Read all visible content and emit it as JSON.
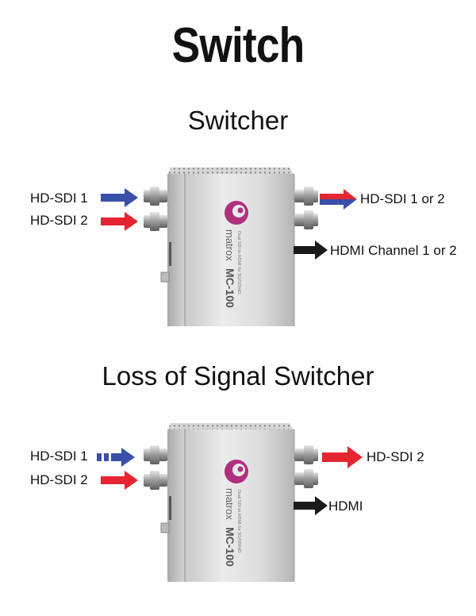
{
  "title": "Switch",
  "sections": [
    {
      "title": "Switcher",
      "inputs": [
        "HD-SDI 1",
        "HD-SDI 2"
      ],
      "outputs": [
        "HD-SDI 1 or 2",
        "HDMI Channel 1 or 2"
      ]
    },
    {
      "title": "Loss of Signal Switcher",
      "inputs": [
        "HD-SDI 1",
        "HD-SDI 2"
      ],
      "outputs": [
        "HD-SDI 2",
        "HDMI"
      ]
    }
  ],
  "device": {
    "brand": "matrox",
    "model": "MC-100",
    "subtitle": "Dual SDI to HDMI for 3G/SD/HD"
  },
  "colors": {
    "blue_arrow": "#3a4fa8",
    "red_arrow": "#e52531",
    "black_arrow": "#1a1a1a",
    "logo": "#b0307f"
  }
}
